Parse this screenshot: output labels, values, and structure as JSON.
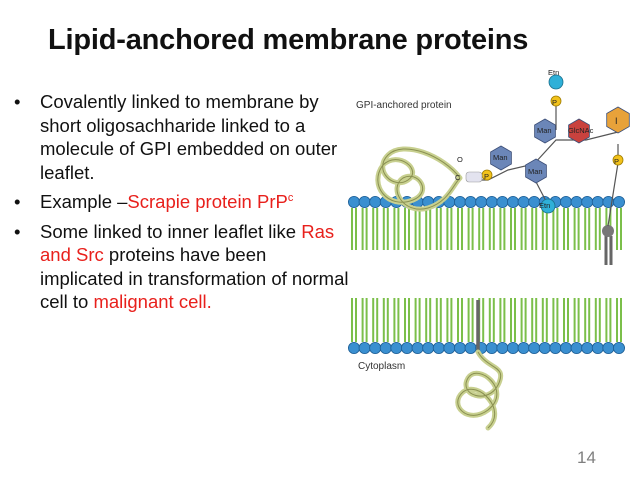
{
  "slide": {
    "title": "Lipid-anchored membrane proteins",
    "bullets": [
      {
        "text": " Covalently linked to membrane by short oligosachharide linked to a molecule of GPI embedded on outer leaflet."
      },
      {
        "prefix": "Example –",
        "highlight": "Scrapie protein PrP",
        "sup": "c"
      },
      {
        "before": "Some linked to inner leaflet like ",
        "highlight1": "Ras and Src",
        "middle": " proteins have been implicated in transformation of normal cell to ",
        "highlight2": "malignant cell."
      }
    ],
    "page_number": "14"
  },
  "diagram": {
    "gpi_label": "GPI-anchored protein",
    "cytoplasm_label": "Cytoplasm",
    "etn": "Etn",
    "man": "Man",
    "glcnac": "GlcNAc",
    "inositol": "I",
    "phosphate": "P",
    "carbonyl": "C",
    "oxygen": "O",
    "colors": {
      "lipid_head": "#3a8fd0",
      "lipid_tail": "#7bbf4a",
      "man_hexagon": "#6b86b8",
      "glcnac": "#c9423e",
      "inositol": "#e8a23a",
      "phosphate": "#f2c21b",
      "etn": "#2fb0d8",
      "protein_coil": "#c8d090"
    }
  }
}
